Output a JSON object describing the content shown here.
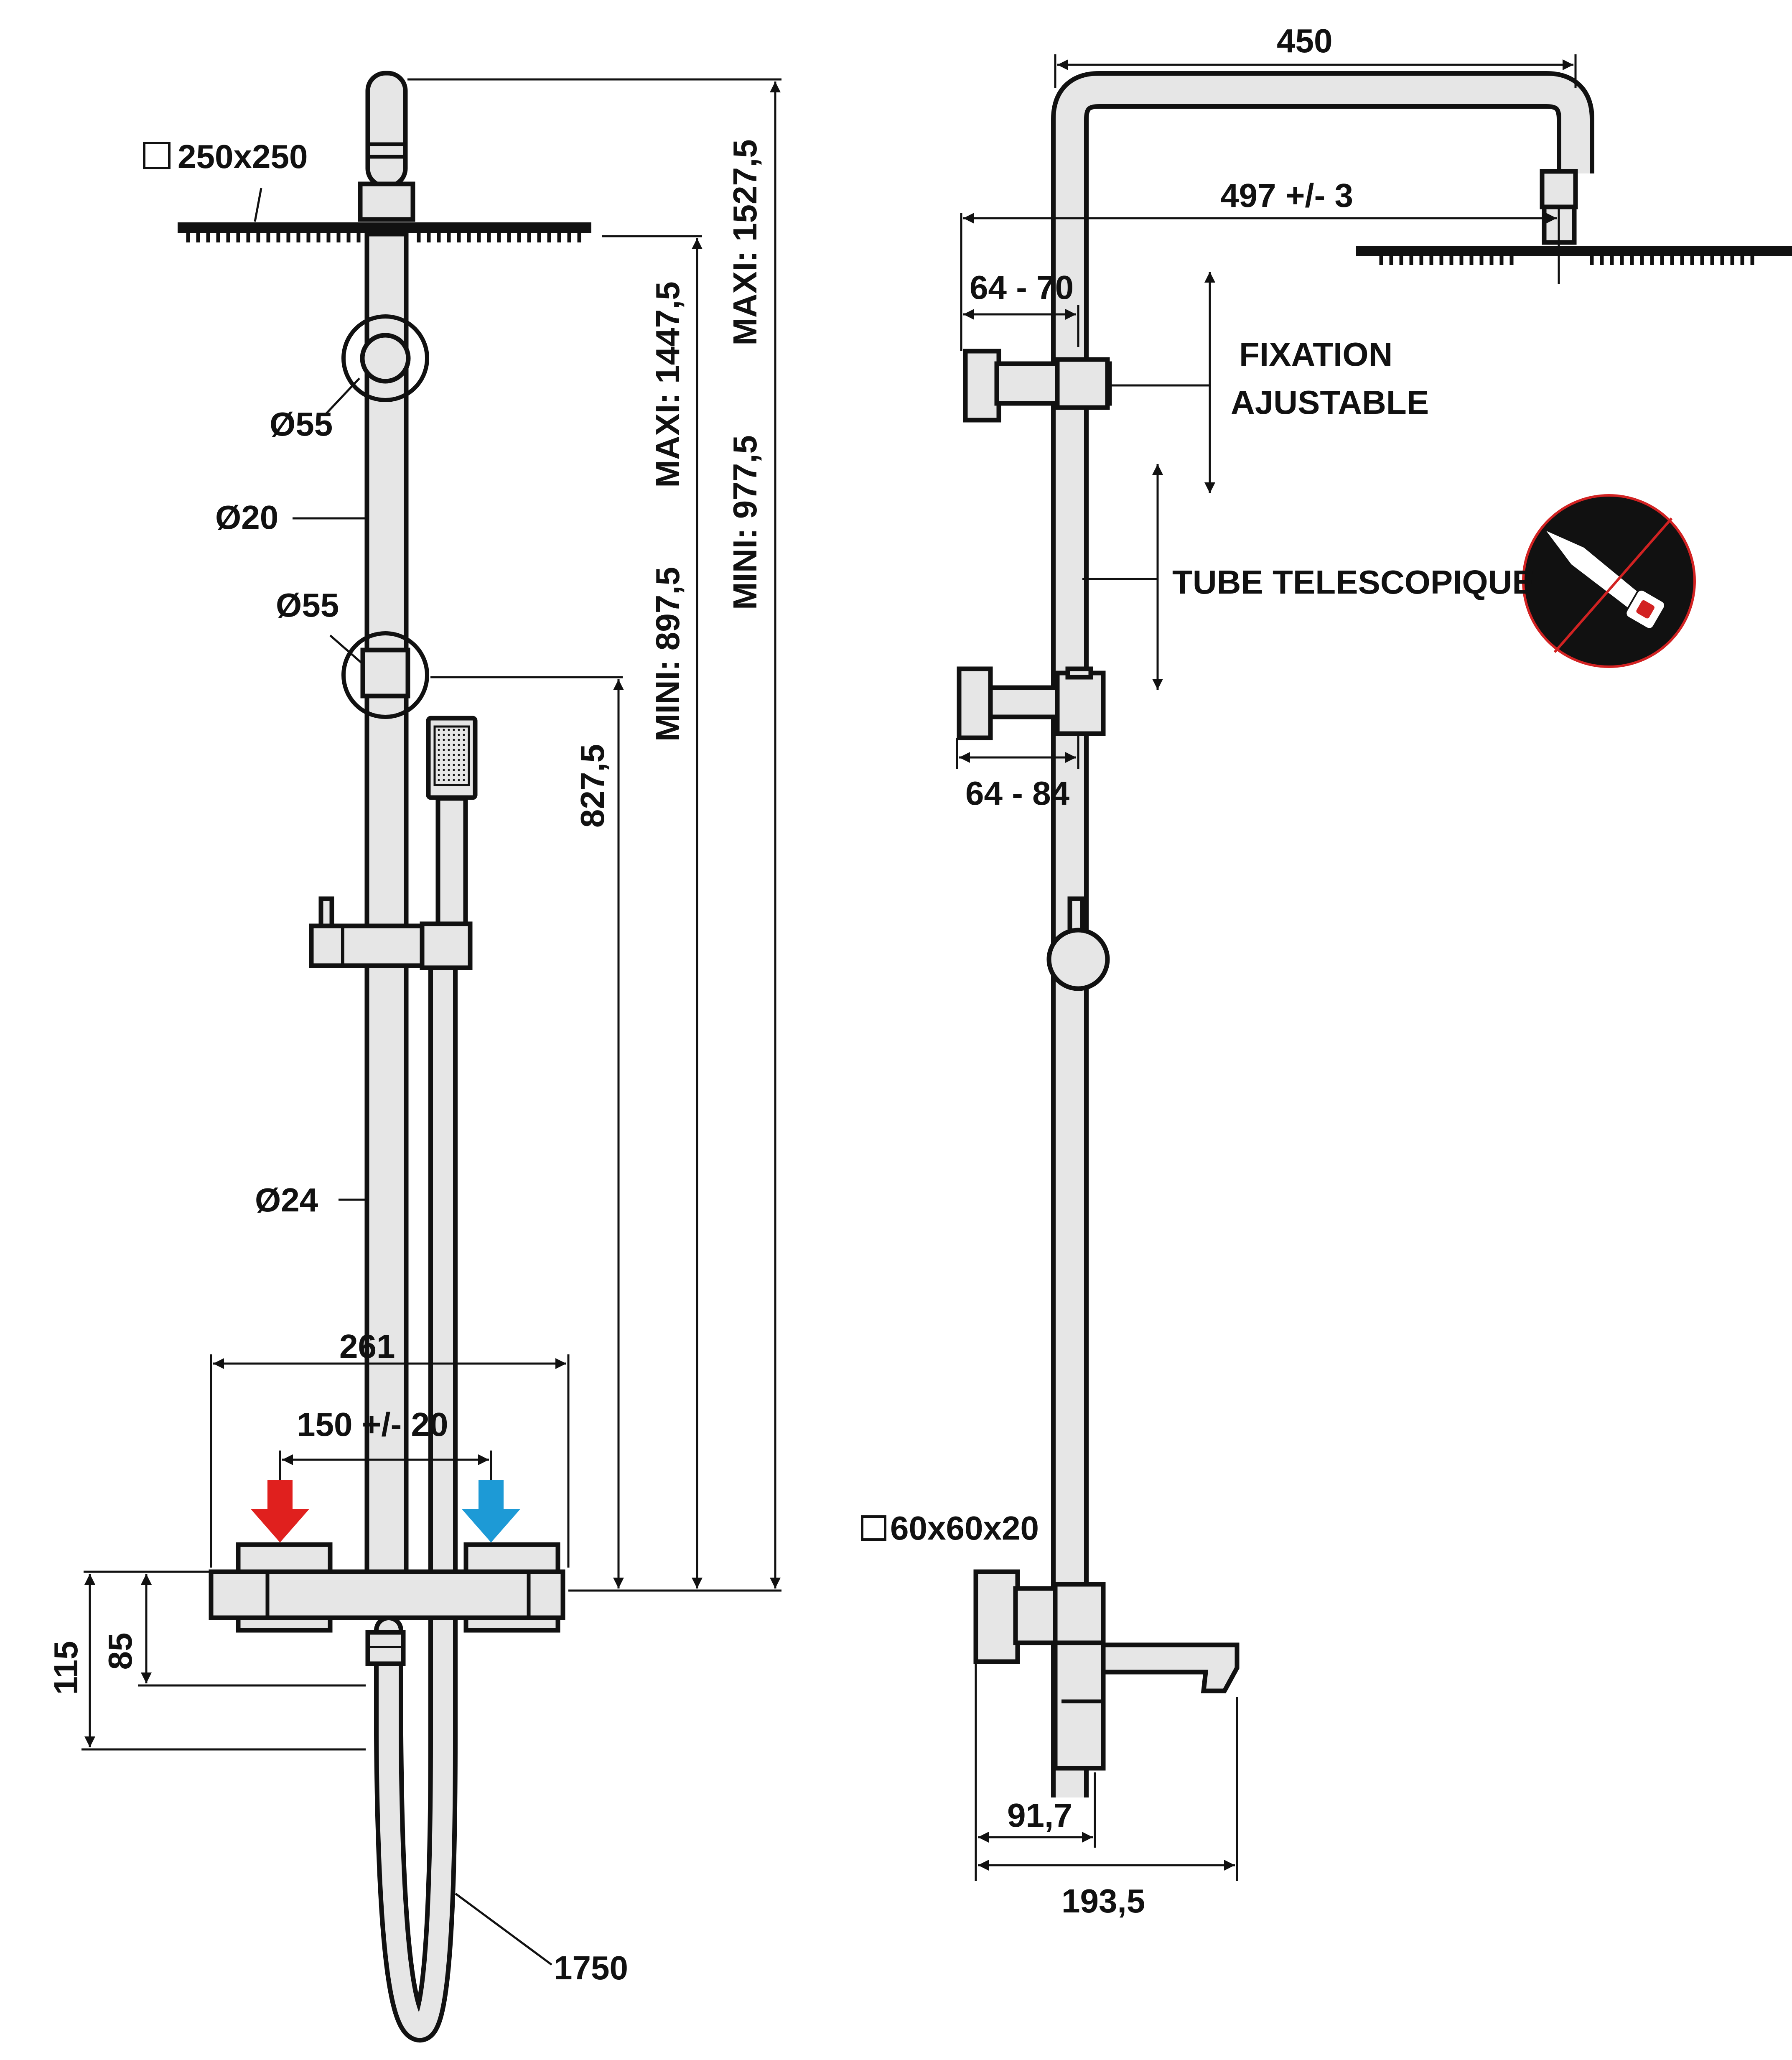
{
  "colors": {
    "hot_arrow": "#e0201e",
    "cold_arrow": "#1d9ad6",
    "line": "#111111",
    "metal": "#e6e6e6",
    "warning_ring": "#d22222"
  },
  "front_view": {
    "head_size": "250x250",
    "head_size_icon": "square-icon",
    "swivel_top_dia": "Ø55",
    "arm_dia": "Ø20",
    "swivel_bottom_dia": "Ø55",
    "column_dia": "Ø24",
    "max_total": "MAXI: 1527,5",
    "min_total": "MINI: 977,5",
    "max_head": "MAXI: 1447,5",
    "min_head": "MINI: 897,5",
    "slider_height": "827,5",
    "valve_width": "261",
    "inlet_spacing": "150 +/- 20",
    "valve_height_85": "85",
    "valve_height_115": "115",
    "hose_length": "1750",
    "hot_inlet_icon": "hot-water-arrow-icon",
    "cold_inlet_icon": "cold-water-arrow-icon"
  },
  "side_view": {
    "arm_projection": "450",
    "head_offset": "497 +/- 3",
    "bracket_depth_top": "64 - 70",
    "fixation_line1": "FIXATION",
    "fixation_line2": "AJUSTABLE",
    "telescopic_label": "TUBE TELESCOPIQUE",
    "bracket_depth_mid": "64 - 84",
    "valve_box_size": "60x60x20",
    "valve_box_icon": "square-icon",
    "spout_base": "91,7",
    "spout_reach": "193,5",
    "no_cut_icon": "no-saw-cutting-icon"
  }
}
